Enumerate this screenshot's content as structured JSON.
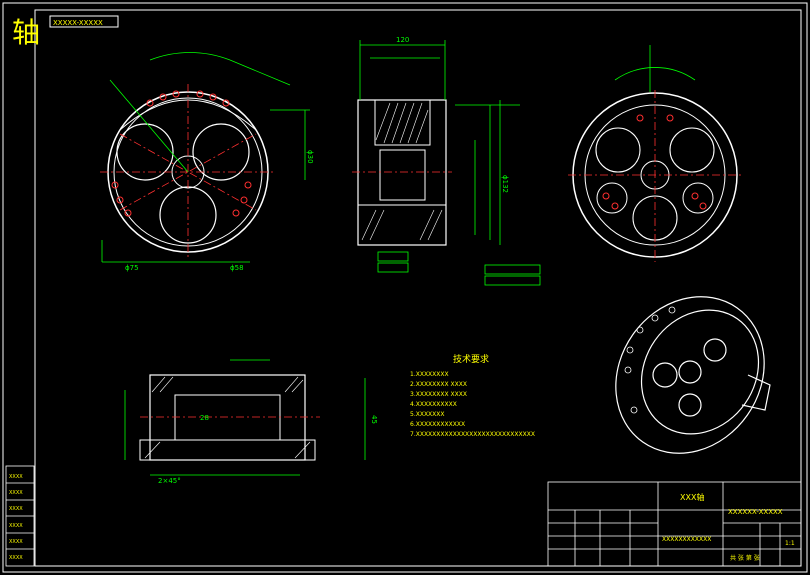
{
  "title_char": "轴",
  "top_stamp": "XXXXX-XXXXX",
  "tech_requirements": {
    "heading": "技术要求",
    "items": [
      "1.XXXXXXXX",
      "2.XXXXXXXX XXXX",
      "3.XXXXXXXX XXXX",
      "4.XXXXXXXXXX",
      "5.XXXXXXX",
      "6.XXXXXXXXXXXX",
      "7.XXXXXXXXXXXXXXXXXXXXXXXXXXXXX"
    ]
  },
  "title_block": {
    "part_name": "XXX轴",
    "drawing_no": "XXXXXX-XXXXX",
    "material": "XXXXXXXXXXXX",
    "scale": "1:1",
    "sheet": "共  张  第  张"
  },
  "left_strip": [
    "XXXX",
    "XXXX",
    "XXXX",
    "XXXX",
    "XXXX",
    "XXXX"
  ],
  "dims": {
    "d1": "ϕ30",
    "d2": "ϕ75",
    "d3": "ϕ58",
    "d4": "ϕ132",
    "l1": "120",
    "l2": "45",
    "l3": "28",
    "l4": "2×45°"
  }
}
